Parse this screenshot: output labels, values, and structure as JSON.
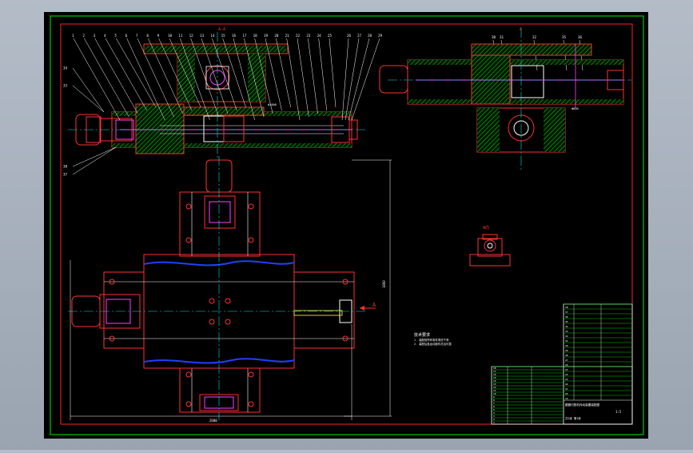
{
  "drawing": {
    "title_mark": "A-A",
    "section_mark_left": "A",
    "section_mark_right": "A",
    "view_label": "A向",
    "dim_overall_width": "2600",
    "dim_overall_height": "1800",
    "dim_tag_1": "Φ1000",
    "dim_tag_2": "Φ800"
  },
  "balloons_top_left": [
    "1",
    "2",
    "3",
    "4",
    "5",
    "6",
    "7",
    "8",
    "9",
    "10",
    "11",
    "12",
    "13",
    "14",
    "15",
    "16",
    "17",
    "18",
    "19",
    "20",
    "21",
    "22",
    "23",
    "24",
    "25"
  ],
  "balloons_lower_left": [
    "38",
    "37",
    "34",
    "33"
  ],
  "balloons_right": [
    "26",
    "27",
    "28",
    "29"
  ],
  "balloons_right_view": [
    "30",
    "31",
    "32",
    "35",
    "36"
  ],
  "notes": {
    "heading": "技术要求",
    "lines": [
      "1. 装配前所有零件清洗干净",
      "2. 装配后各运动部件灵活可靠"
    ]
  },
  "title_block": {
    "drawing_name": "圆管切割机传动装置装配图",
    "scale": "1:5",
    "sheet": "共1张 第1张"
  },
  "bom_left_rows": [
    "18",
    "17",
    "16",
    "15",
    "14",
    "13",
    "12",
    "11",
    "10",
    "9",
    "8",
    "7",
    "6",
    "5",
    "4",
    "3",
    "2",
    "1"
  ],
  "bom_right_rows": [
    "38",
    "37",
    "36",
    "35",
    "34",
    "33",
    "32",
    "31",
    "30",
    "29",
    "28",
    "27",
    "26",
    "25",
    "24",
    "23",
    "22",
    "21",
    "20",
    "19"
  ],
  "colors": {
    "background": "#000000",
    "outer_frame": "#00c800",
    "inner_frame": "#ff2020",
    "section_hatch": "#00d000",
    "centerline": "#00e0e0",
    "outline": "#ff3030",
    "accent_blue": "#2040ff",
    "magenta": "#ff40ff",
    "white": "#ffffff",
    "yellow": "#ffff40"
  }
}
